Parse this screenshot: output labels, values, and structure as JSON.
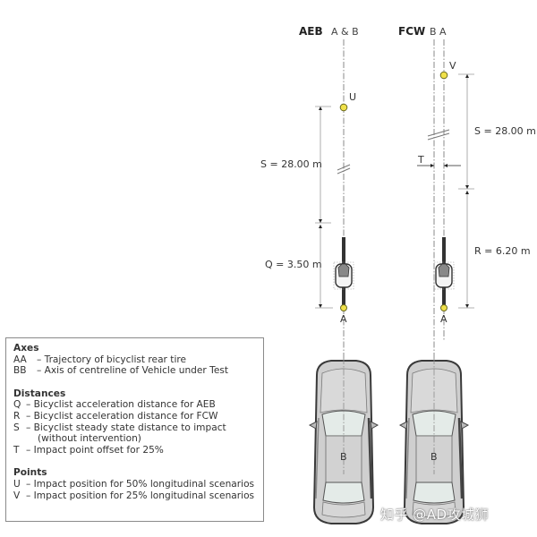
{
  "headers": {
    "aeb": {
      "title": "AEB",
      "axes": "A & B"
    },
    "fcw": {
      "title": "FCW",
      "axes": "B A"
    }
  },
  "points": {
    "u": "U",
    "v": "V",
    "a_aeb": "A",
    "a_fcw": "A",
    "b_aeb": "B",
    "b_fcw": "B"
  },
  "dimensions": {
    "aeb_s": "S = 28.00 m",
    "aeb_q": "Q = 3.50 m",
    "fcw_s": "S = 28.00 m",
    "fcw_r": "R = 6.20 m",
    "fcw_t": "T"
  },
  "legend": {
    "sections": [
      {
        "title": "Axes",
        "items": [
          {
            "key": "AA",
            "text": "– Trajectory of bicyclist rear tire"
          },
          {
            "key": "BB",
            "text": "– Axis of centreline of Vehicle under Test"
          }
        ]
      },
      {
        "title": "Distances",
        "items": [
          {
            "key": "Q",
            "text": "– Bicyclist acceleration distance for AEB"
          },
          {
            "key": "R",
            "text": "– Bicyclist acceleration distance for FCW"
          },
          {
            "key": "S",
            "text": "– Bicyclist steady state distance to impact"
          },
          {
            "key": "",
            "text": "(without intervention)"
          },
          {
            "key": "T",
            "text": "– Impact point offset for 25%"
          }
        ]
      },
      {
        "title": "Points",
        "items": [
          {
            "key": "U",
            "text": "– Impact position for 50% longitudinal scenarios"
          },
          {
            "key": "V",
            "text": "– Impact position for 25% longitudinal scenarios"
          }
        ]
      }
    ]
  },
  "watermark": "知乎 @AD攻城狮",
  "colors": {
    "point_fill": "#f0e14a",
    "point_stroke": "#6b6b20",
    "dim_line": "#9a9a9a",
    "axis_line": "#8a8a8a",
    "car_body": "#c9c9c9",
    "car_outline": "#3a3a3a",
    "glass": "#dfe6e3",
    "legend_border": "#8a8a8a"
  }
}
